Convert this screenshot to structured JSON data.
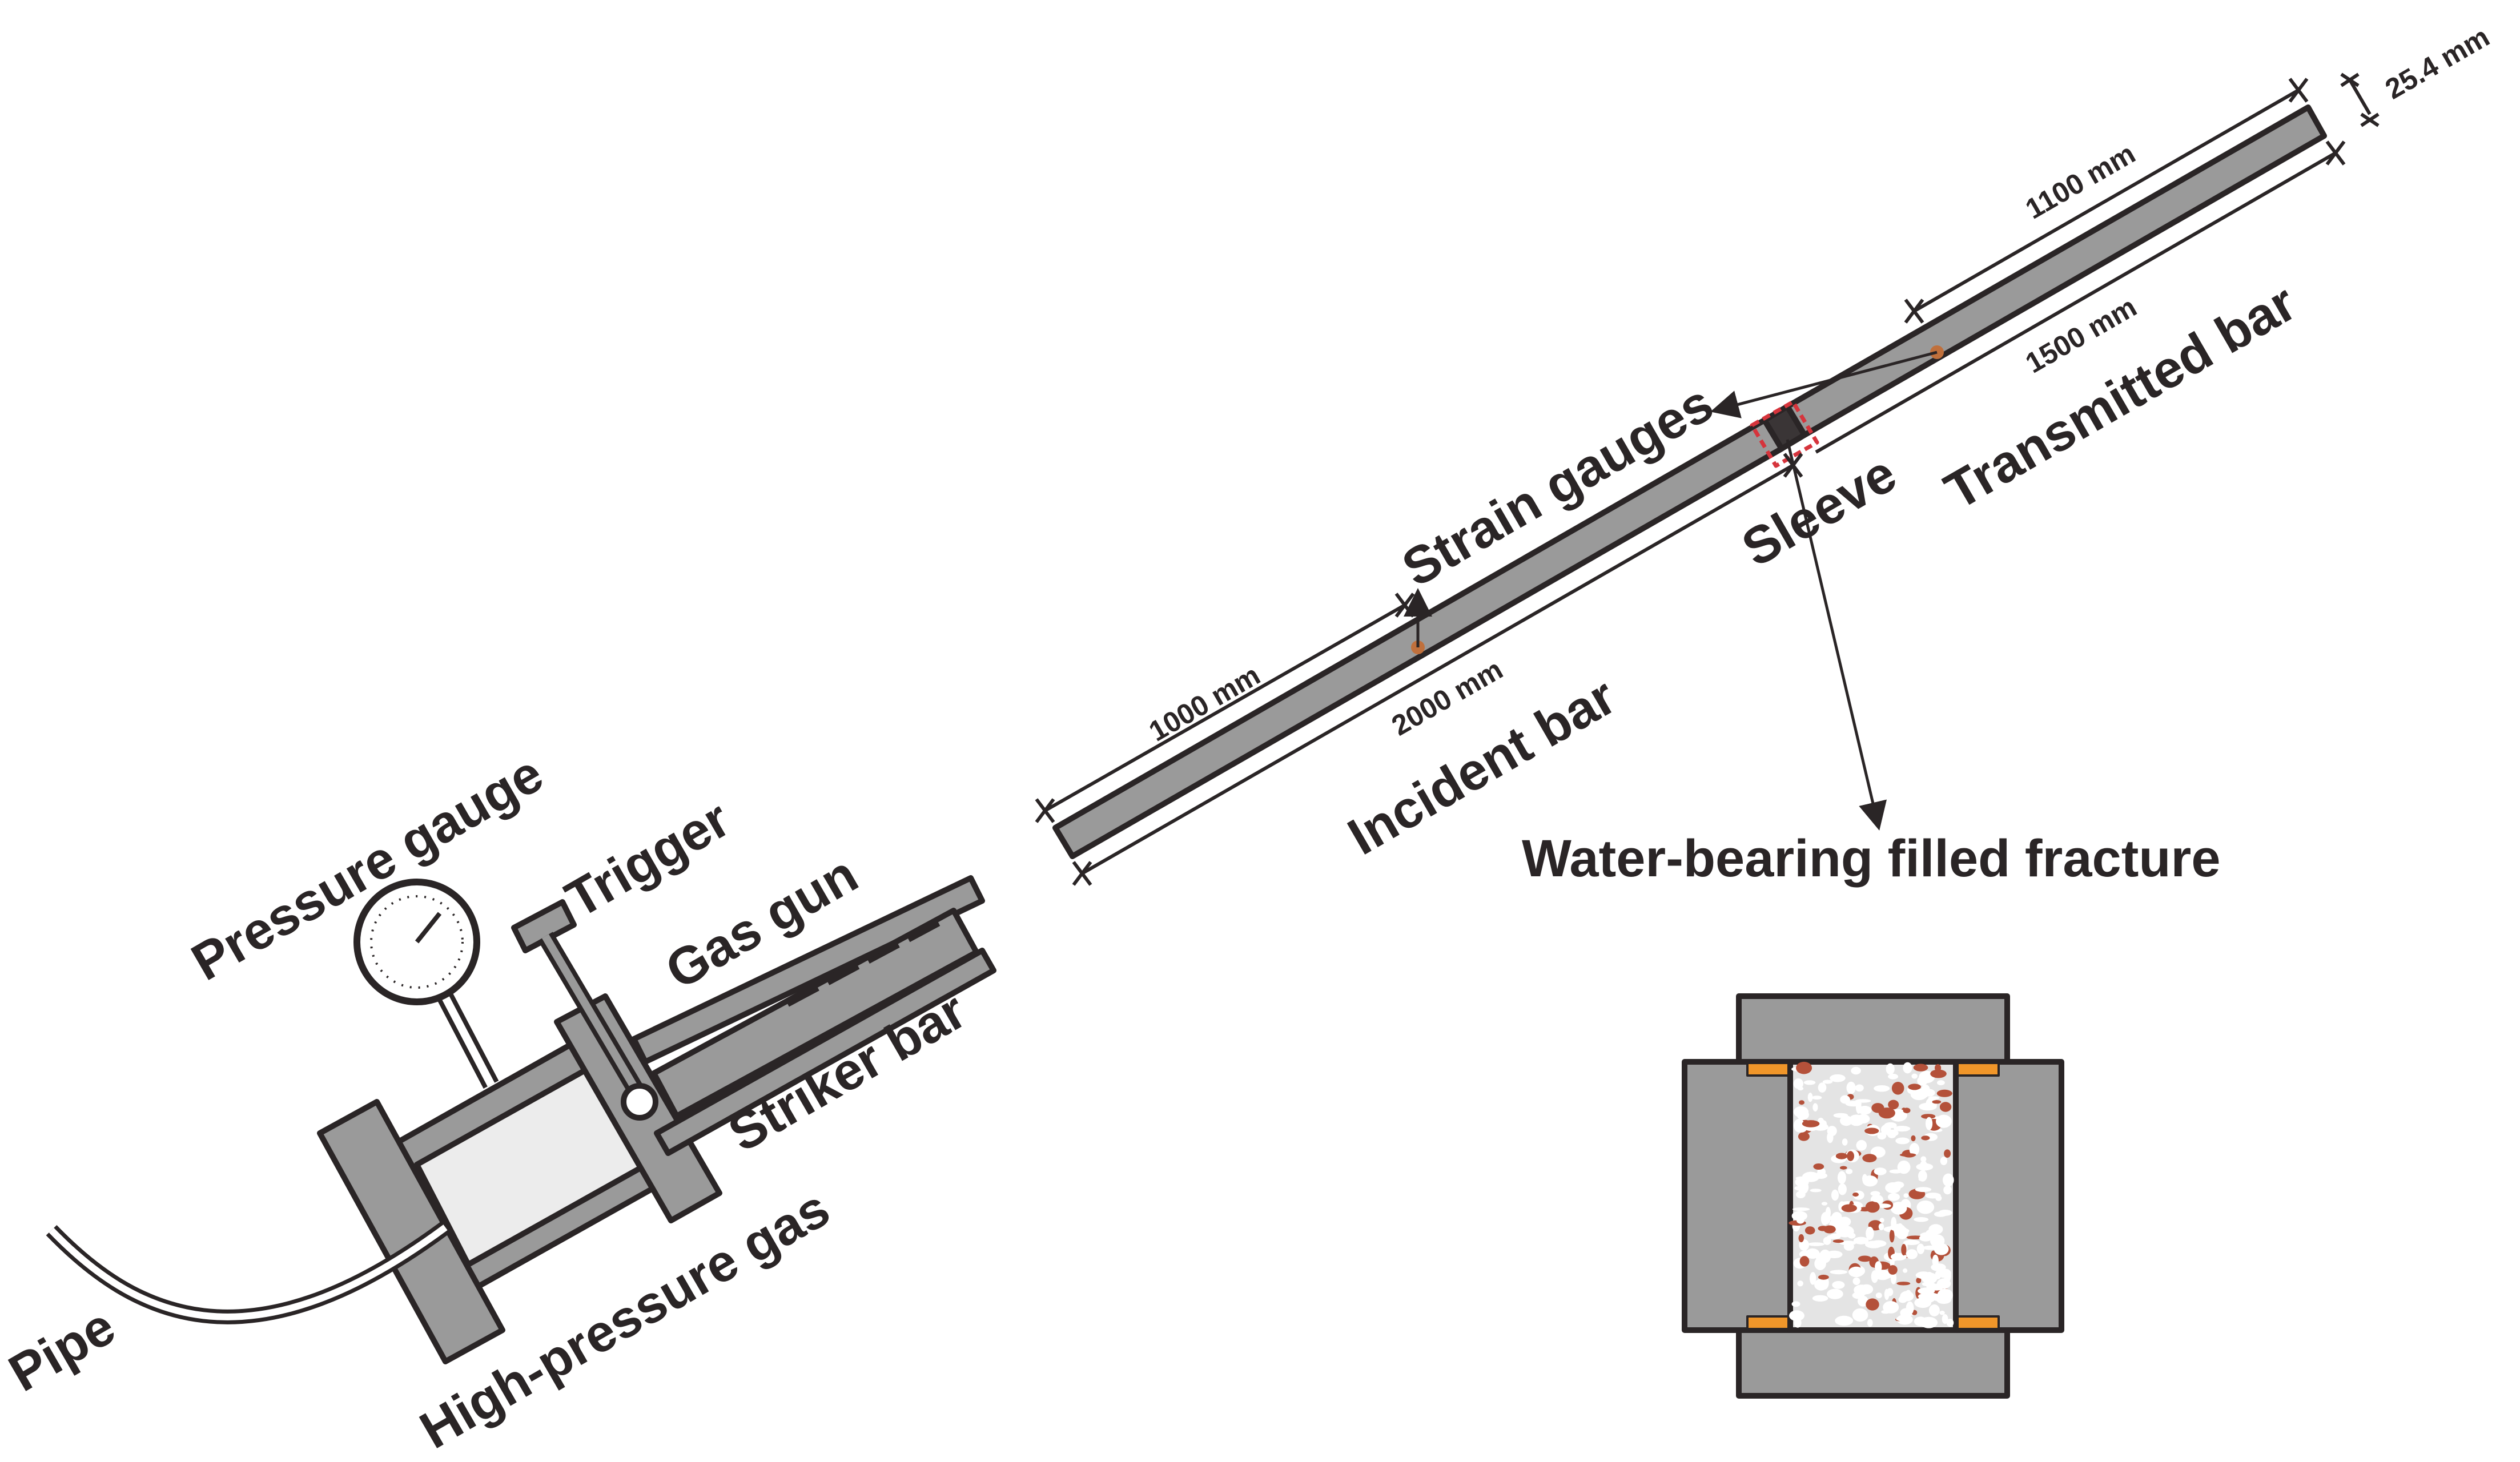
{
  "labels": {
    "pressure_gauge": "Pressure gauge",
    "trigger": "Trigger",
    "gas_gun": "Gas gun",
    "striker_bar": "Striker bar",
    "high_pressure_gas": "High-pressure gas",
    "pipe": "Pipe",
    "incident_bar": "Incident bar",
    "transmitted_bar": "Transmitted bar",
    "strain_gauges": "Strain gauges",
    "sleeve": "Sleeve",
    "water_bearing_filled_fracture": "Water-bearing filled fracture"
  },
  "dimensions": {
    "incident_gauge_position": "1000 mm",
    "incident_length": "2000 mm",
    "transmitted_gauge_position": "1100 mm",
    "transmitted_length": "1500 mm",
    "bar_diameter": "25.4 mm"
  },
  "colors": {
    "bar_fill": "#9a9a9a",
    "outline": "#2a2526",
    "chamber_fill": "#ececec",
    "gauge_dot": "#c0703c",
    "sleeve_box": "#d6343c",
    "spacer": "#f0962a",
    "particle": "#b4513a"
  }
}
